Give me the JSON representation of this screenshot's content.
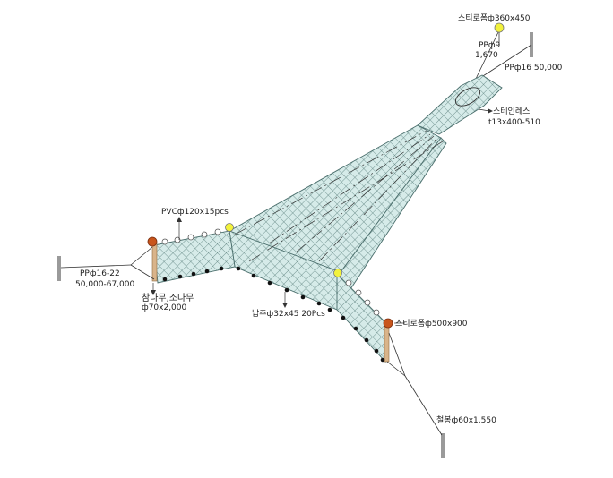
{
  "labels": {
    "float_top": "스티로폼ф360x450",
    "rope_pp9": "PPф9",
    "rope_pp9_len": "1,670",
    "anchor_top": "PPф16  50,000",
    "stainless": "스테인레스",
    "stainless_spec": "t13x400-510",
    "pvc_float": "PVCф120x15pcs",
    "anchor_left_1": "PPф16-22",
    "anchor_left_2": "50,000-67,000",
    "wood_1": "참나무,소나무",
    "wood_2": "ф70x2,000",
    "sinker": "납추ф32x45  20Pcs",
    "float_right": "스티로폼ф500x900",
    "iron_bar": "철봉ф60x1,550"
  },
  "colors": {
    "net": "#cfe6e4",
    "net_line": "#4a6e6c",
    "float_yellow": "#f2f23c",
    "float_orange": "#c8551c",
    "stake": "#9a9a9a",
    "wood": "#d9b48a"
  }
}
